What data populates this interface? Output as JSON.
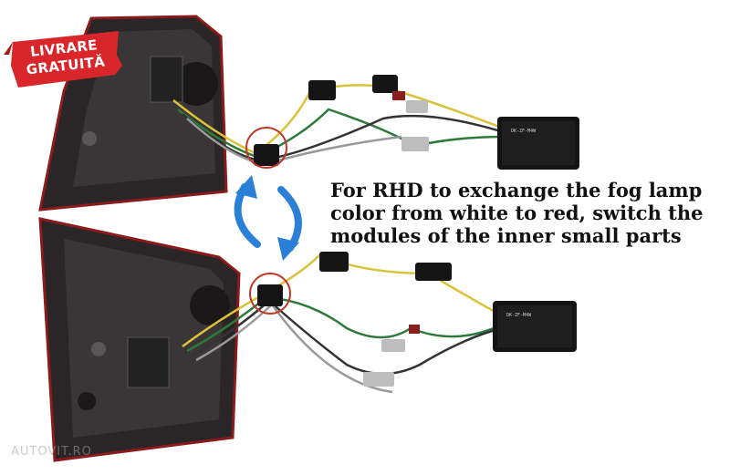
{
  "badge": {
    "line1": "LIVRARE",
    "line2": "GRATUITĂ"
  },
  "caption": {
    "line1": "For RHD to exchange the fog lamp",
    "line2": "color from white to red, switch the",
    "line3": "modules of the inner small parts"
  },
  "watermark": "AUTOVIT.RO",
  "colors": {
    "badge_red": "#d8262a",
    "arrow_blue": "#2a7fd6",
    "circle_red": "#c0392b",
    "lamp_dark": "#2a2627",
    "module_black": "#141414"
  }
}
